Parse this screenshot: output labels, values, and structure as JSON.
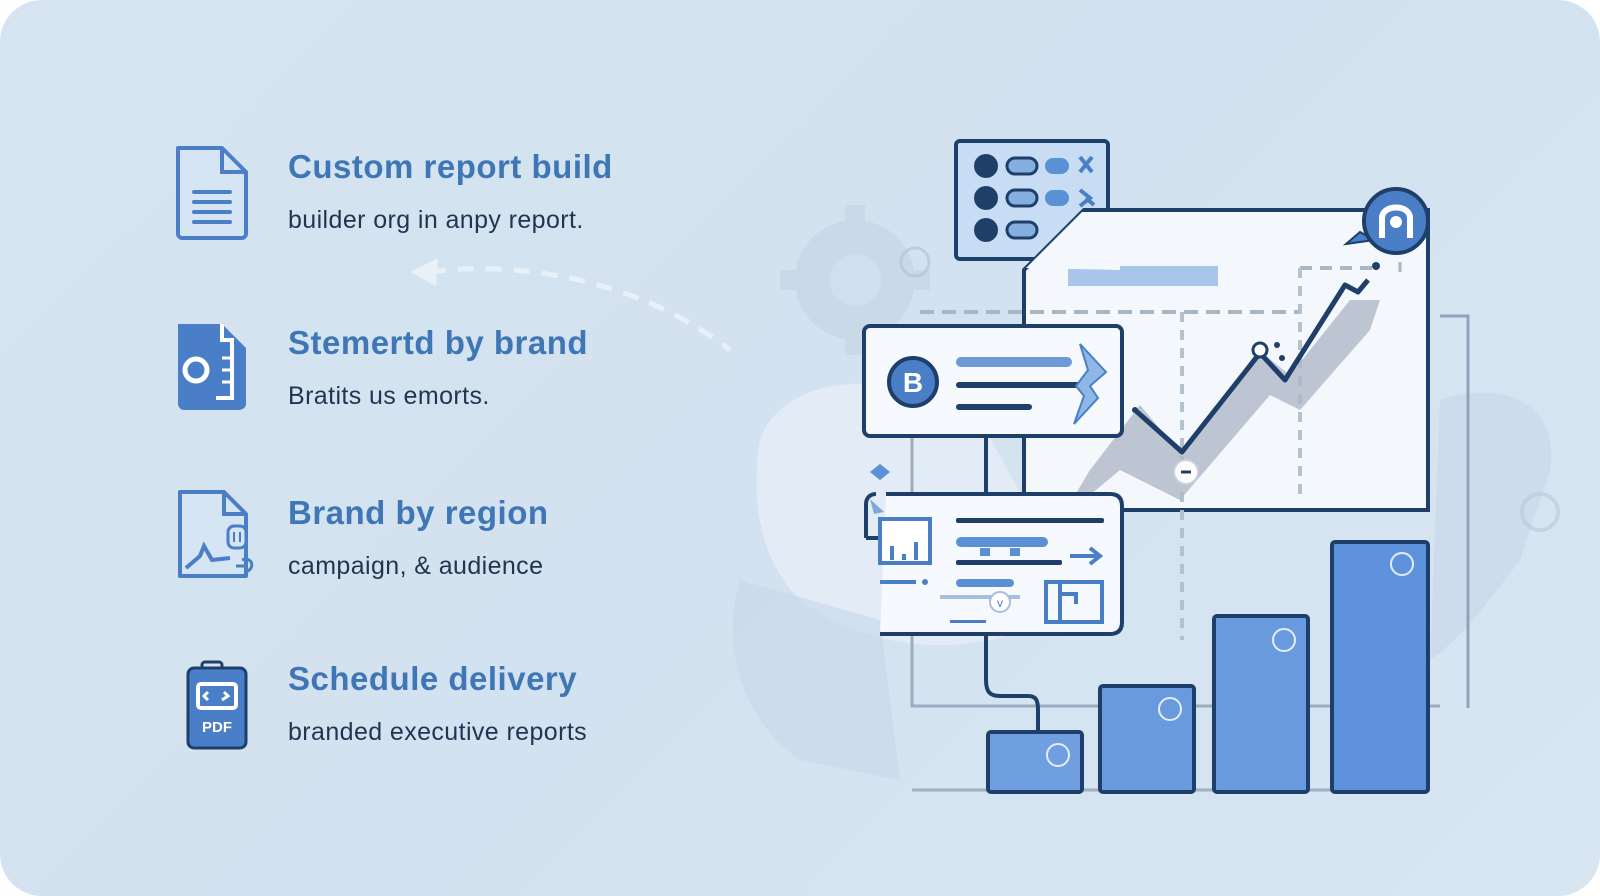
{
  "features": [
    {
      "title": "Custom report build",
      "description": "builder org in anpy report.",
      "icon": "document-lines-icon"
    },
    {
      "title": "Stemertd by brand",
      "description": "Bratits us emorts.",
      "icon": "branded-document-icon"
    },
    {
      "title": "Brand by region",
      "description": "campaign, & audience",
      "icon": "region-document-chart-icon"
    },
    {
      "title": "Schedule delivery",
      "description": "branded executive reports",
      "icon": "pdf-clipboard-icon",
      "icon_label": "PDF"
    }
  ],
  "illustration": {
    "bitcoin_symbol": "B",
    "colors": {
      "primary": "#4a7fc8",
      "dark_outline": "#1f3f6b",
      "title_blue": "#3f76b6",
      "text_dark": "#1f3550",
      "background": "#d4e3f1",
      "bar_fill": "#5b8fd6"
    },
    "bars": 4
  }
}
